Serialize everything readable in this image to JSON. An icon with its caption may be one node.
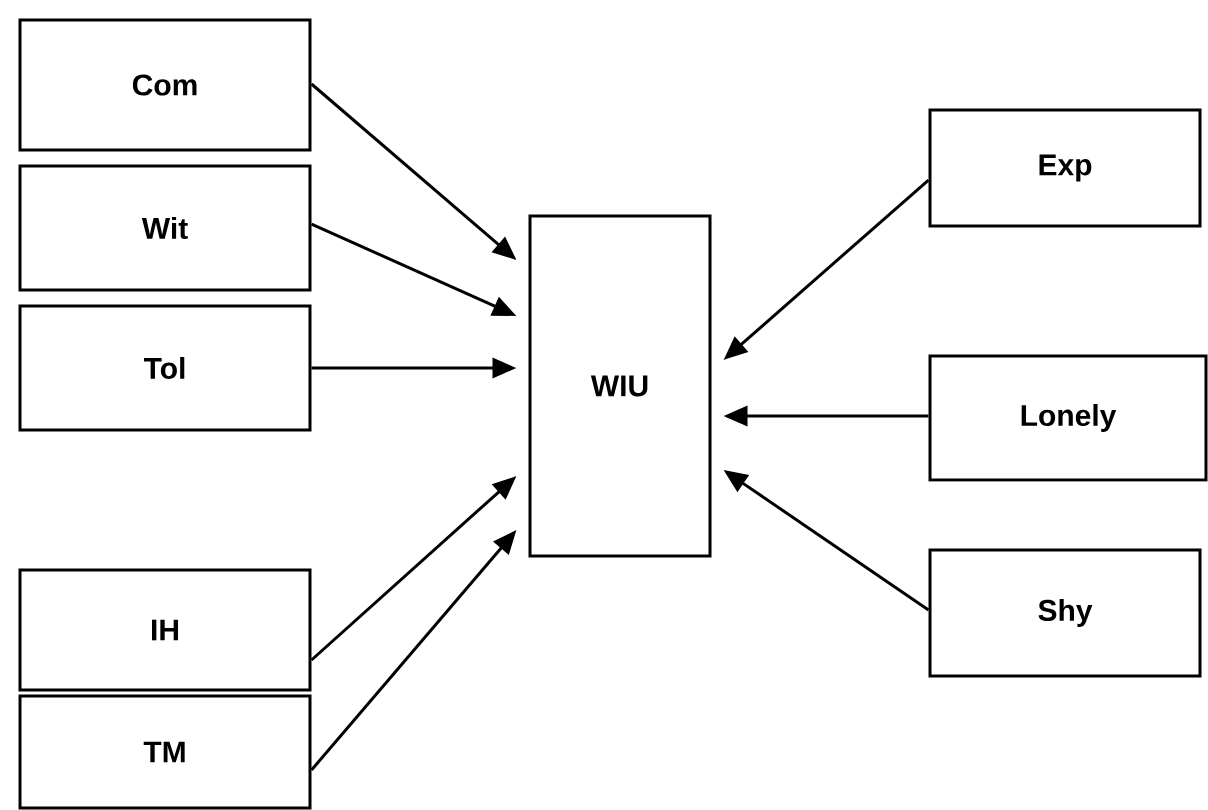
{
  "diagram": {
    "nodes": [
      {
        "text": [
          "Com"
        ]
      },
      {
        "text": [
          "Wit"
        ]
      },
      {
        "text": [
          "Tol"
        ]
      },
      {
        "text": [
          "IH"
        ]
      },
      {
        "text": [
          "TM"
        ]
      },
      {
        "text": [
          "WIU"
        ]
      },
      {
        "text": [
          "Exp"
        ]
      },
      {
        "text": [
          "Lonely"
        ]
      },
      {
        "text": [
          "Shy"
        ]
      }
    ],
    "edges": [
      {
        "from": 0,
        "to": 5,
        "arrow": "to"
      },
      {
        "from": 1,
        "to": 5,
        "arrow": "to"
      },
      {
        "from": 2,
        "to": 5,
        "arrow": "to"
      },
      {
        "from": 3,
        "to": 5,
        "arrow": "to"
      },
      {
        "from": 4,
        "to": 5,
        "arrow": "to"
      },
      {
        "from": 6,
        "to": 5,
        "arrow": "to"
      },
      {
        "from": 7,
        "to": 5,
        "arrow": "to"
      },
      {
        "from": 8,
        "to": 5,
        "arrow": "to"
      }
    ]
  }
}
